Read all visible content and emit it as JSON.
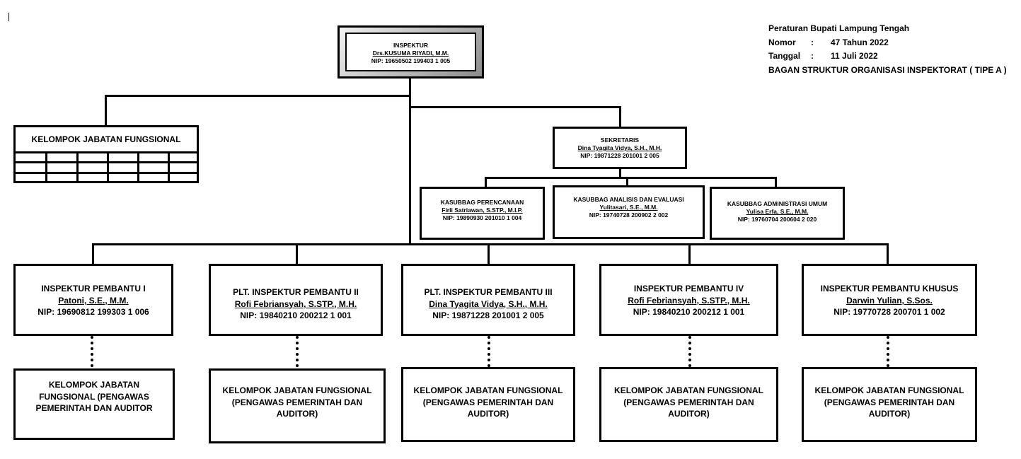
{
  "header": {
    "line1": "Peraturan Bupati  Lampung Tengah",
    "nomor_label": "Nomor",
    "nomor_sep": ":",
    "nomor_value": "47 Tahun 2022",
    "tanggal_label": "Tanggal",
    "tanggal_sep": ":",
    "tanggal_value": "11 Juli 2022",
    "title": "BAGAN STRUKTUR ORGANISASI INSPEKTORAT ( TIPE A )"
  },
  "inspektur": {
    "title": "INSPEKTUR",
    "name": "Drs.KUSUMA RIYADI, M.M.",
    "nip": "NIP: 19650502 199403 1 005"
  },
  "kelompok_fungsional": {
    "title": "KELOMPOK JABATAN FUNGSIONAL"
  },
  "sekretaris": {
    "title": "SEKRETARIS",
    "name": "Dina Tyagita Vidya, S.H., M.H.",
    "nip": "NIP: 19871228 201001 2 005"
  },
  "kasubbag": [
    {
      "title": "KASUBBAG PERENCANAAN",
      "name": "Firli Satriawan, S.STP., M.I.P.",
      "nip": "NIP: 19890930 201010 1 004"
    },
    {
      "title": "KASUBBAG ANALISIS DAN EVALUASI",
      "name": "Yulitasari, S.E., M.M.",
      "nip": "NIP: 19740728 200902 2 002"
    },
    {
      "title": "KASUBBAG ADMINISTRASI UMUM",
      "name": "Yulisa Erfa, S.E., M.M.",
      "nip": "NIP: 19760704 200604 2 020"
    }
  ],
  "inspektur_pembantu": [
    {
      "title": "INSPEKTUR PEMBANTU I",
      "name": "Patoni, S.E., M.M.",
      "nip": "NIP: 19690812 199303 1 006"
    },
    {
      "title": "PLT. INSPEKTUR PEMBANTU II",
      "name": "Rofi Febriansyah, S.STP., M.H.",
      "nip": "NIP: 19840210 200212 1 001"
    },
    {
      "title": "PLT. INSPEKTUR PEMBANTU III",
      "name": "Dina Tyagita Vidya, S.H., M.H.",
      "nip": "NIP: 19871228 201001 2 005"
    },
    {
      "title": "INSPEKTUR PEMBANTU IV",
      "name": "Rofi Febriansyah, S.STP., M.H.",
      "nip": "NIP: 19840210 200212 1 001"
    },
    {
      "title": "INSPEKTUR PEMBANTU KHUSUS",
      "name": "Darwin Yulian, S.Sos.",
      "nip": "NIP: 19770728 200701 1 002"
    }
  ],
  "kelompok_pengawas": [
    {
      "line1": "KELOMPOK JABATAN",
      "line2": "FUNGSIONAL (PENGAWAS",
      "line3": "PEMERINTAH DAN AUDITOR"
    },
    {
      "line1": "KELOMPOK JABATAN FUNGSIONAL",
      "line2": "(PENGAWAS PEMERINTAH DAN",
      "line3": "AUDITOR)"
    },
    {
      "line1": "KELOMPOK JABATAN FUNGSIONAL",
      "line2": "(PENGAWAS PEMERINTAH DAN",
      "line3": "AUDITOR)"
    },
    {
      "line1": "KELOMPOK JABATAN FUNGSIONAL",
      "line2": "(PENGAWAS PEMERINTAH DAN",
      "line3": "AUDITOR)"
    },
    {
      "line1": "KELOMPOK JABATAN FUNGSIONAL",
      "line2": "(PENGAWAS PEMERINTAH DAN",
      "line3": "AUDITOR)"
    }
  ]
}
